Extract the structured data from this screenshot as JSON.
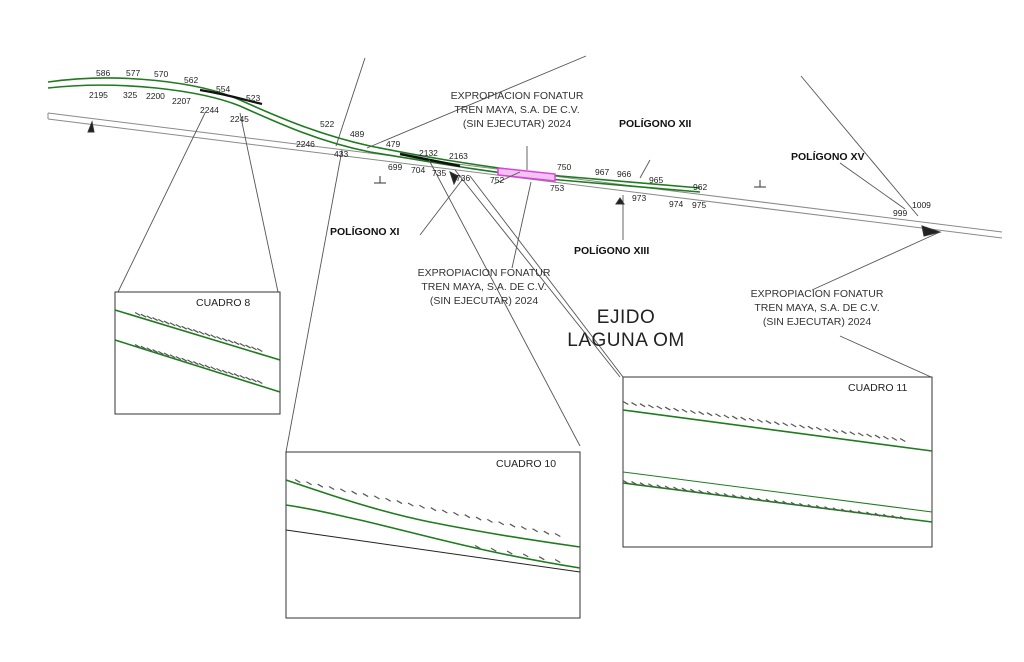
{
  "labels": {
    "expropiacion_top": [
      "EXPROPIACION FONATUR",
      "TREN MAYA, S.A. DE C.V.",
      "(SIN EJECUTAR) 2024"
    ],
    "expropiacion_mid": [
      "EXPROPIACION FONATUR",
      "TREN MAYA, S.A. DE C.V.",
      "(SIN EJECUTAR) 2024"
    ],
    "expropiacion_right": [
      "EXPROPIACION FONATUR",
      "TREN MAYA, S.A. DE C.V.",
      "(SIN EJECUTAR) 2024"
    ],
    "poligono_xi": "POLÍGONO XI",
    "poligono_xii": "POLÍGONO XII",
    "poligono_xiii": "POLÍGONO XIII",
    "poligono_xv": "POLÍGONO XV",
    "ejido": [
      "EJIDO",
      "LAGUNA OM"
    ],
    "cuadro_8": "CUADRO 8",
    "cuadro_10": "CUADRO 10",
    "cuadro_11": "CUADRO 11"
  },
  "point_numbers": {
    "p586": "586",
    "p577": "577",
    "p570": "570",
    "p562": "562",
    "p554": "554",
    "p523": "523",
    "p2195": "2195",
    "p325": "325",
    "p2200": "2200",
    "p2207": "2207",
    "p2244": "2244",
    "p2245": "2245",
    "p522": "522",
    "p489": "489",
    "p2246": "2246",
    "p433": "433",
    "p479": "479",
    "p2132": "2132",
    "p2163": "2163",
    "p699": "699",
    "p704": "704",
    "p735": "735",
    "p736": "736",
    "p750": "750",
    "p752": "752",
    "p753": "753",
    "p967": "967",
    "p966": "966",
    "p965": "965",
    "p962": "962",
    "p973": "973",
    "p974": "974",
    "p975": "975",
    "p1009": "1009",
    "p999": "999"
  },
  "colors": {
    "boundary_green": "#1e7b1e",
    "boundary_black": "#111111",
    "road_gray": "#8a8a8a",
    "expropriation_magenta": "#e040e0",
    "leader_gray": "#555555"
  }
}
